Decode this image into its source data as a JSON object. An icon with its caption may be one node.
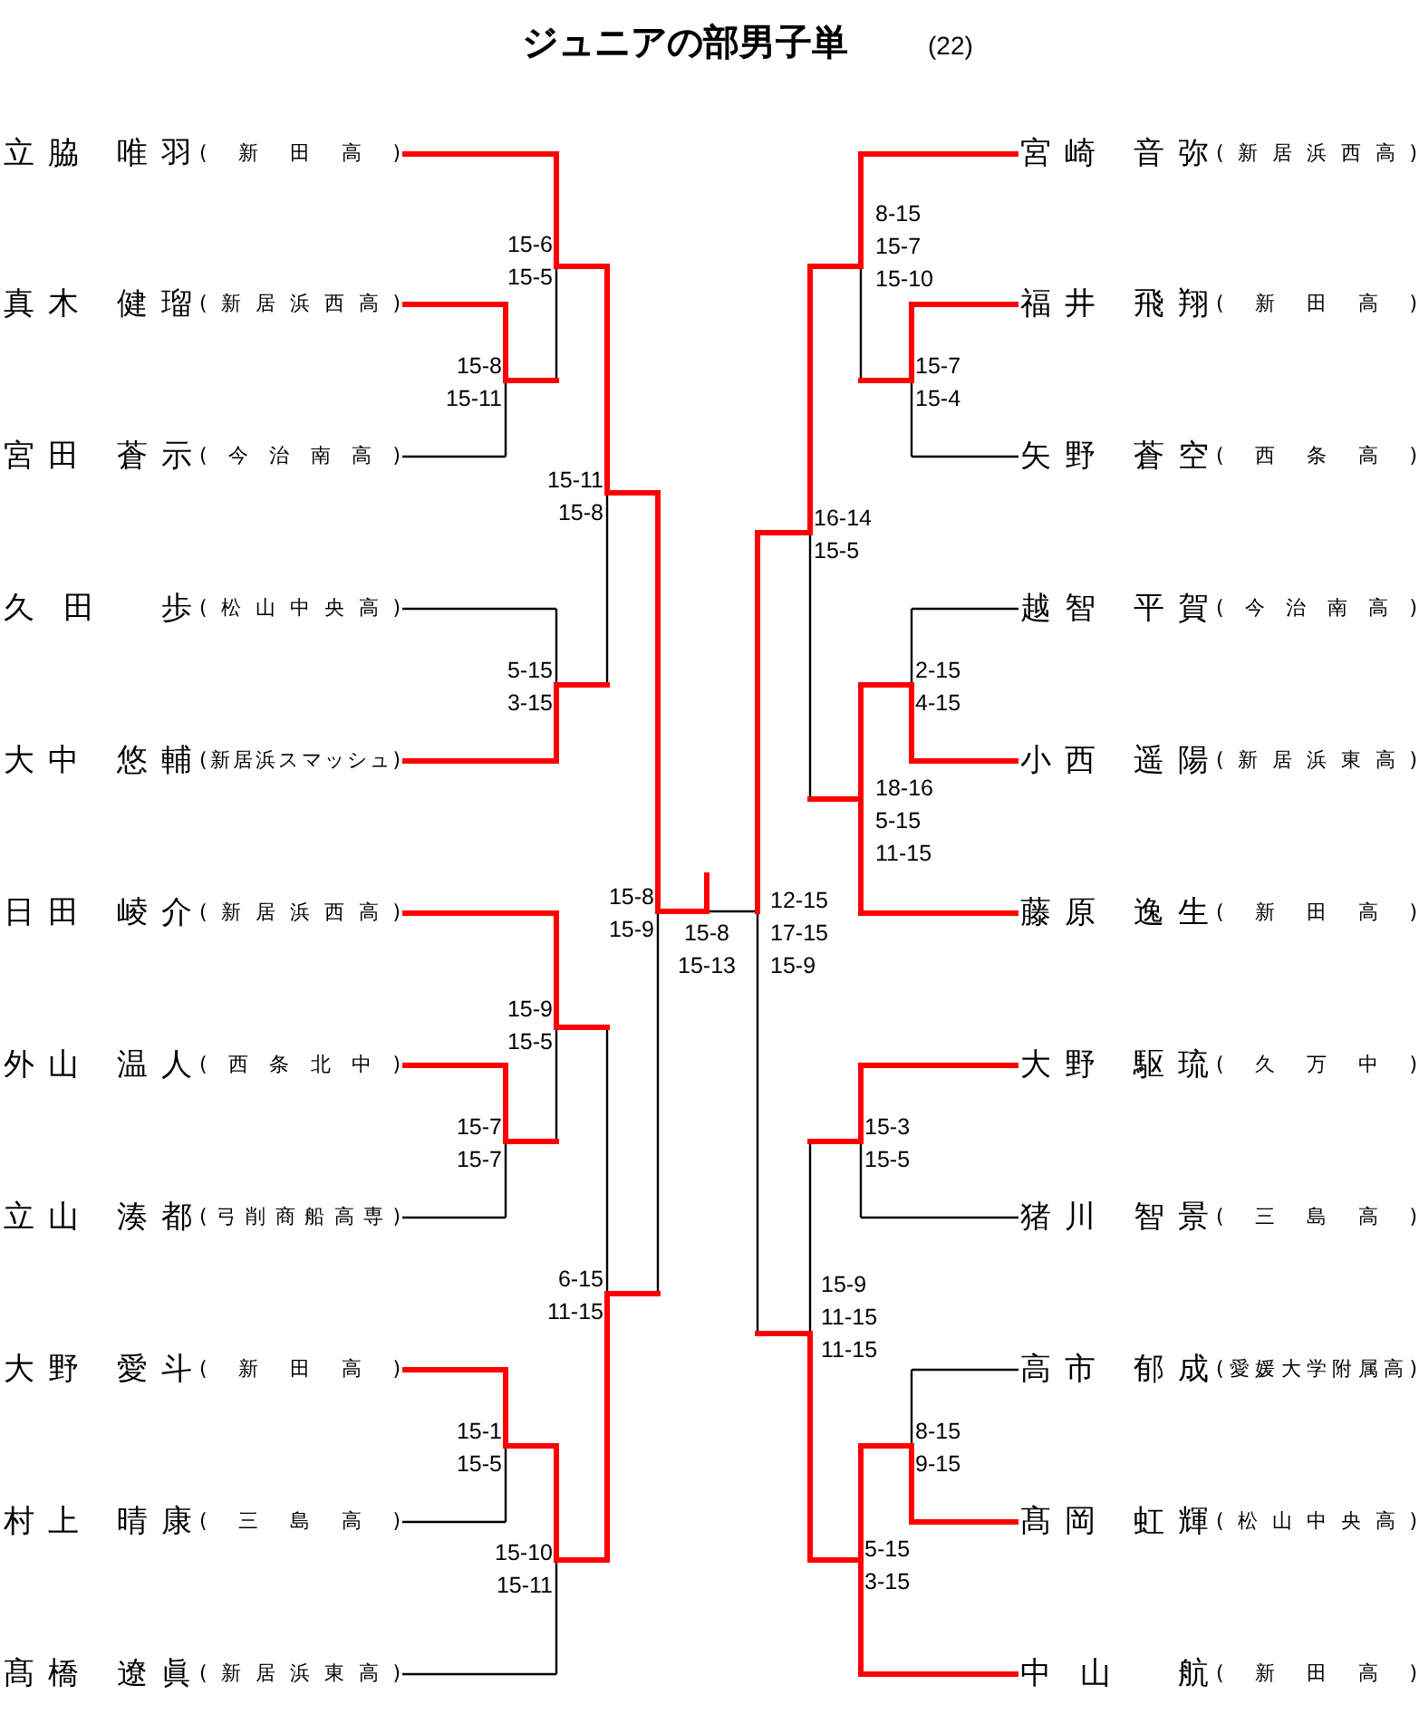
{
  "diagram": {
    "title": "ジュニアの部男子単",
    "nodes": [
      {
        "text": [
          "立脇 唯羽",
          "(新田高)"
        ]
      },
      {
        "text": [
          "真木 健瑠",
          "(新居浜西高)"
        ]
      },
      {
        "text": [
          "宮田 蒼示",
          "(今治南高)"
        ]
      },
      {
        "text": [
          "久田 歩",
          "(松山中央高)"
        ]
      },
      {
        "text": [
          "大中 悠輔",
          "(新居浜スマッシュ)"
        ]
      },
      {
        "text": [
          "日田 崚介",
          "(新居浜西高)"
        ]
      },
      {
        "text": [
          "外山 温人",
          "(西条北中)"
        ]
      },
      {
        "text": [
          "立山 湊都",
          "(弓削商船高専)"
        ]
      },
      {
        "text": [
          "大野 愛斗",
          "(新田高)"
        ]
      },
      {
        "text": [
          "村上 晴康",
          "(三島高)"
        ]
      },
      {
        "text": [
          "髙橋 遼眞",
          "(新居浜東高)"
        ]
      },
      {
        "text": [
          "宮崎 音弥",
          "(新居浜西高)"
        ]
      },
      {
        "text": [
          "福井 飛翔",
          "(新田高)"
        ]
      },
      {
        "text": [
          "矢野 蒼空",
          "(西条高)"
        ]
      },
      {
        "text": [
          "越智 平賀",
          "(今治南高)"
        ]
      },
      {
        "text": [
          "小西 遥陽",
          "(新居浜東高)"
        ]
      },
      {
        "text": [
          "藤原 逸生",
          "(新田高)"
        ]
      },
      {
        "text": [
          "大野 駆琉",
          "(久万中)"
        ]
      },
      {
        "text": [
          "猪川 智景",
          "(三島高)"
        ]
      },
      {
        "text": [
          "高市 郁成",
          "(愛媛大学附属高)"
        ]
      },
      {
        "text": [
          "髙岡 虹輝",
          "(松山中央高)"
        ]
      },
      {
        "text": [
          "中山 航",
          "(新田高)"
        ]
      }
    ],
    "edges": [
      {
        "from": 0,
        "to": null,
        "arrow": "none"
      },
      {
        "from": 1,
        "to": null,
        "arrow": "none"
      },
      {
        "from": 2,
        "to": null,
        "arrow": "none",
        "color": "#000000"
      },
      {
        "from": 3,
        "to": null,
        "arrow": "none",
        "color": "#000000"
      },
      {
        "from": 4,
        "to": null,
        "arrow": "none"
      },
      {
        "from": 5,
        "to": null,
        "arrow": "none"
      },
      {
        "from": 6,
        "to": null,
        "arrow": "none"
      },
      {
        "from": 7,
        "to": null,
        "arrow": "none",
        "color": "#000000"
      },
      {
        "from": 8,
        "to": null,
        "arrow": "none"
      },
      {
        "from": 9,
        "to": null,
        "arrow": "none",
        "color": "#000000"
      },
      {
        "from": 10,
        "to": null,
        "arrow": "none",
        "color": "#000000"
      },
      {
        "from": 11,
        "to": null,
        "arrow": "none"
      },
      {
        "from": 12,
        "to": null,
        "arrow": "none"
      },
      {
        "from": 13,
        "to": null,
        "arrow": "none",
        "color": "#000000"
      },
      {
        "from": 14,
        "to": null,
        "arrow": "none",
        "color": "#000000"
      },
      {
        "from": 15,
        "to": null,
        "arrow": "none"
      },
      {
        "from": 16,
        "to": null,
        "arrow": "none"
      },
      {
        "from": 17,
        "to": null,
        "arrow": "none"
      },
      {
        "from": 18,
        "to": null,
        "arrow": "none",
        "color": "#000000"
      },
      {
        "from": 19,
        "to": null,
        "arrow": "none",
        "color": "#000000"
      },
      {
        "from": 20,
        "to": null,
        "arrow": "none"
      },
      {
        "from": 21,
        "to": null,
        "arrow": "none"
      }
    ],
    "labels": [
      "(22)",
      "8-15 15-7 15-10",
      "15-6 15-5",
      "15-8 15-11",
      "15-7 15-4",
      "15-11 15-8",
      "16-14 15-5",
      "5-15 3-15",
      "2-15 4-15",
      "18-16 5-15 11-15",
      "15-8 15-9",
      "12-15 17-15 15-9",
      "15-8 15-13",
      "15-9 15-5",
      "15-7 15-7",
      "15-3 15-5",
      "6-15 11-15",
      "15-9 11-15 11-15",
      "15-1 15-5",
      "8-15 9-15",
      "15-10 15-11",
      "5-15 3-15"
    ]
  }
}
